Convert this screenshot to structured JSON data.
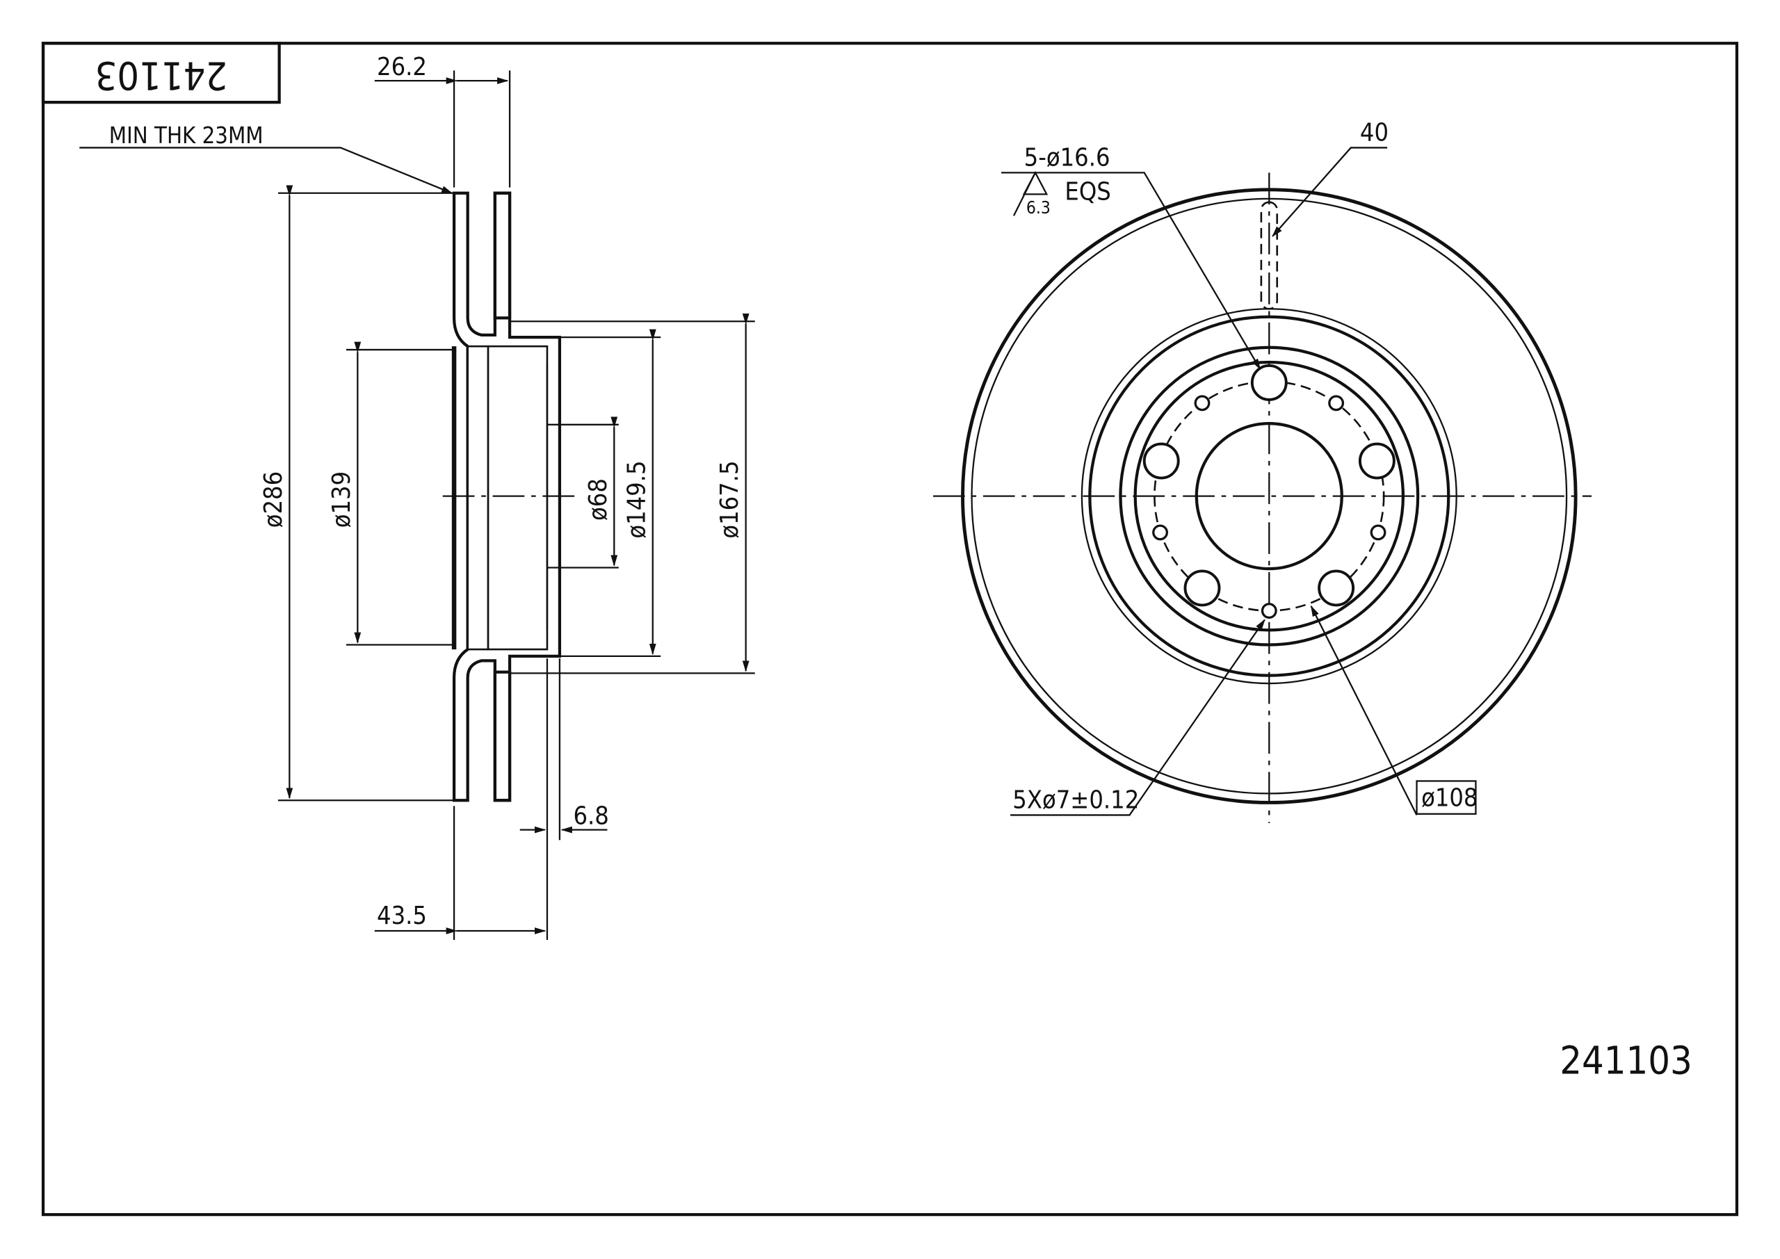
{
  "title_block": {
    "part_number_mirrored": "241103"
  },
  "part_number": "241103",
  "side_view": {
    "thickness_dim": "26.2",
    "min_thickness_note": "MIN THK 23MM",
    "outer_diameter": "ø286",
    "hat_inner_diameter": "ø139",
    "center_bore": "ø68",
    "hat_diameter": "ø149.5",
    "hat_outer_diameter": "ø167.5",
    "hat_thickness": "6.8",
    "total_height": "43.5"
  },
  "front_view": {
    "bolt_holes": "5-ø16.6",
    "roughness_value": "6.3",
    "roughness_note": "EQS",
    "vent_dim": "40",
    "small_holes": "5Xø7±0.12",
    "bolt_circle": "ø108"
  }
}
